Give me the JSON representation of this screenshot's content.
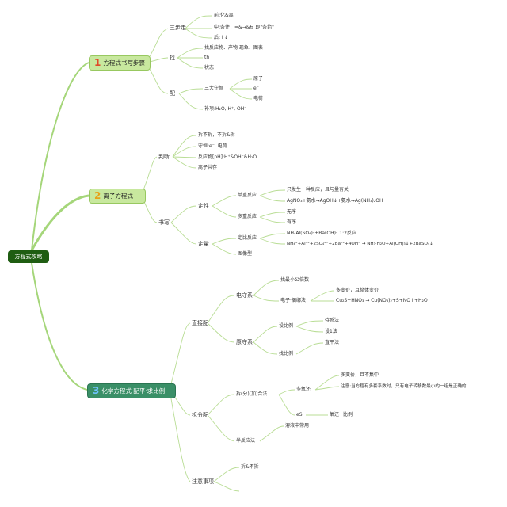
{
  "root": "方程式攻略",
  "topics": [
    {
      "num": "1",
      "label": "方程式书写步骤"
    },
    {
      "num": "2",
      "label": "离子方程式"
    },
    {
      "num": "3",
      "label": "化学方程式 配平·求比例"
    }
  ],
  "s1": {
    "sanbuzou": "三步走",
    "qian": "前:化&离",
    "zhong": "中:条件；=&→&⇆ 即\"条箭\"",
    "hou": "后:↑↓",
    "zhao": "找",
    "zhao_items": [
      "找反应物、产物 现象、图表",
      "th",
      "状态"
    ],
    "pei": "配",
    "shouheng": "三大守恒",
    "shouheng_items": [
      "原子",
      "e⁻",
      "电荷"
    ],
    "buxiang": "补项:H₂O, H⁺, OH⁻"
  },
  "s2": {
    "panduan": "判断",
    "panduan_items": [
      "拆不拆，不拆&拆",
      "守恒:e⁻, 电荷",
      "反应物[pH]:H⁺&OH⁻&H₂O",
      "离子共存"
    ],
    "shuxie": "书写",
    "dingxing": "定性",
    "danchong": "单重反应",
    "danchong_items": [
      "只发生一种反应，且与量有关",
      "AgNO₃+氨水→AgOH↓+氨水→Ag(NH₃)₂OH"
    ],
    "duochong": "多重反应",
    "duochong_items": [
      "无序",
      "有序"
    ],
    "dingliang": "定量",
    "dingbi": "定比反应",
    "dingbi_items": [
      "NH₄Al(SO₄)₂+Ba(OH)₂ 1:2反应",
      "NH₄⁺+Al³⁺+2SO₄²⁻+2Ba²⁺+4OH⁻ → NH₃·H₂O+Al(OH)₃↓+2BaSO₄↓"
    ],
    "tuxiang": "图像型"
  },
  "s3": {
    "zhijie": "直接配",
    "dianshou": "电守系",
    "zhaozuixiao": "找最小公倍数",
    "dianzi": "电子·捆绑法",
    "dianzi_items": [
      "多变价，且整体变价",
      "Cu₂S+HNO₃ → Cu(NO₃)₂+S+NO↑+H₂O"
    ],
    "yuanshou": "原守系",
    "shebili": "设比例",
    "shebili_items": [
      "待系法",
      "设1法"
    ],
    "zhaobili": "找比例",
    "zhaobili_items": [
      "直平法"
    ],
    "chaifen": "拆分配",
    "chaifen_he": "拆(分)(加)合法",
    "duoyang": "多氧还",
    "duoyang_items": [
      "多变价，且不集中",
      "注意:当方程有多套系数时，只有电子转移数最小的一组是正确的"
    ],
    "es": "eS",
    "es_item": "氧还+比例",
    "banfanying": "半反应法",
    "banfanying_item": "溶液中常用",
    "zhuyi": "注意事项",
    "zhuyi_items": [
      "拆&不拆"
    ]
  },
  "colors": {
    "branch_light": "#a5d67a",
    "branch_dark": "#1f5d12",
    "line": "#b9dd95",
    "topic1_num": "#e04a2a",
    "topic2_num": "#e7a21a",
    "topic3_bg": "#3a8f67"
  }
}
